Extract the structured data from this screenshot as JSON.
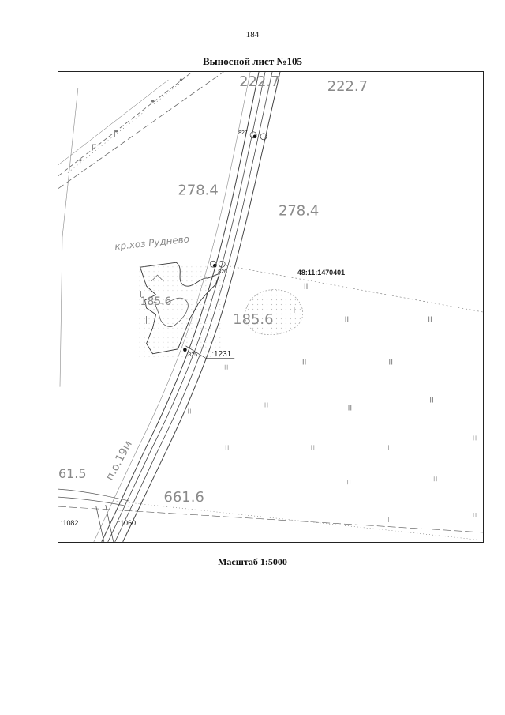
{
  "page": {
    "number": "184",
    "title": "Выносной лист №105",
    "scale": "Масштаб 1:5000"
  },
  "map": {
    "background_labels": [
      "222.7",
      "222.7",
      "278.4",
      "278.4",
      "61.5",
      "661.6"
    ],
    "contour_labels": [
      "185.6",
      "185.6"
    ],
    "settlement_label": "кр.хоз Руднево",
    "road_label": "п.о.19м",
    "parcel_labels": [
      "48:11:1470401",
      ":1231",
      ":1082",
      ":1060"
    ],
    "point_labels": [
      "827",
      "826",
      "825"
    ],
    "field_marks": [
      "ll",
      "ll",
      "ll",
      "ll",
      "ll",
      "ll",
      "ll"
    ],
    "colors": {
      "line": "#333333",
      "gray_text": "#8a8a8a",
      "dash": "#666666"
    }
  }
}
